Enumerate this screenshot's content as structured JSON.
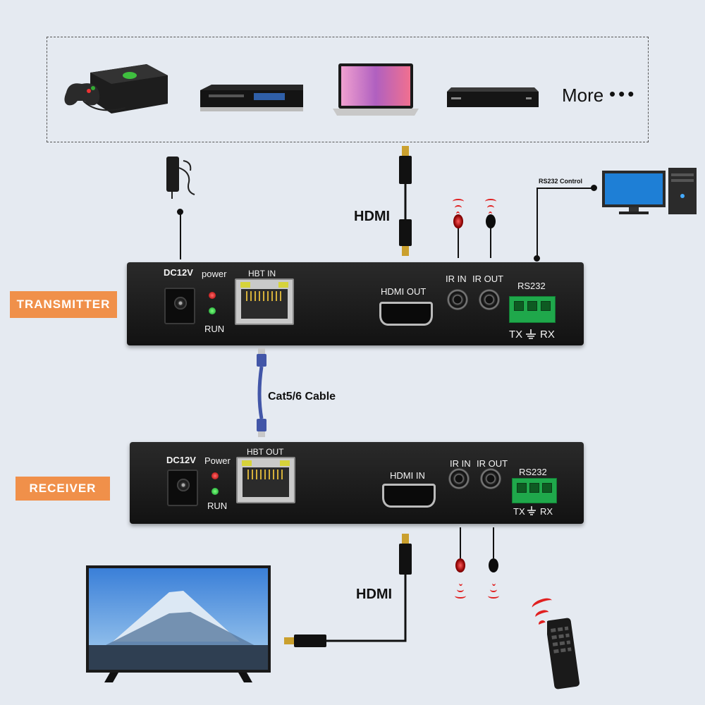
{
  "sources": {
    "more_label": "More",
    "more_dots": "•••",
    "icons": [
      "game-console-icon",
      "dvd-player-icon",
      "laptop-icon",
      "blu-ray-player-icon"
    ]
  },
  "labels": {
    "hdmi_top": "HDMI",
    "hdmi_bottom": "HDMI",
    "rs232_control": "RS232 Control",
    "cable": "Cat5/6 Cable"
  },
  "transmitter": {
    "tag": "TRANSMITTER",
    "dc": "DC12V",
    "power": "power",
    "run": "RUN",
    "hbt": "HBT IN",
    "hdmi": "HDMI OUT",
    "ir_in": "IR IN",
    "ir_out": "IR OUT",
    "rs232": "RS232",
    "tx": "TX",
    "rx": "RX"
  },
  "receiver": {
    "tag": "RECEIVER",
    "dc": "DC12V",
    "power": "Power",
    "run": "RUN",
    "hbt": "HBT OUT",
    "hdmi": "HDMI IN",
    "ir_in": "IR IN",
    "ir_out": "IR OUT",
    "rs232": "RS232",
    "tx": "TX",
    "rx": "RX"
  },
  "colors": {
    "background": "#e5eaf1",
    "tag": "#f0904a",
    "led_red": "#d11c1c",
    "led_green": "#1fbf3a",
    "terminal_green": "#1fa84b",
    "cat_cable": "#4256a8",
    "ir_wave": "#e02020"
  }
}
